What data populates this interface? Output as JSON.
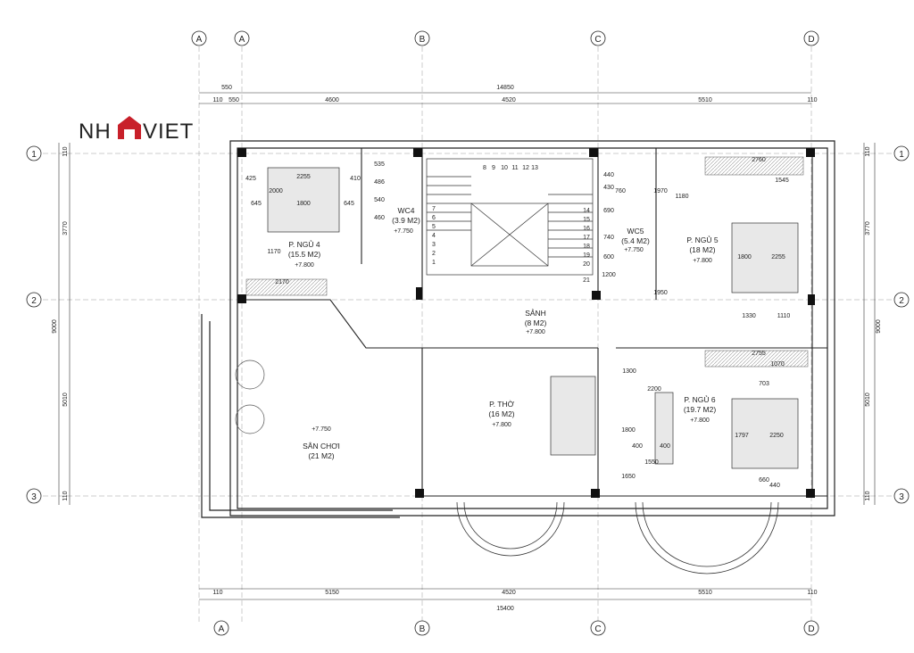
{
  "brand": {
    "left": "NH",
    "right": "VIET",
    "accent_color": "#c8202a"
  },
  "grid_axes": {
    "columns": [
      "A",
      "A",
      "B",
      "C",
      "D"
    ],
    "rows": [
      "1",
      "2",
      "3"
    ]
  },
  "dimensions": {
    "top_total": "14850",
    "top_segments": [
      "550",
      "110",
      "550",
      "4600",
      "4520",
      "5510",
      "110"
    ],
    "bottom_total": "15400",
    "bottom_segments": [
      "110",
      "5150",
      "4520",
      "5510",
      "110"
    ],
    "left_total": "9000",
    "left_segments": [
      "110",
      "3770",
      "5010",
      "110"
    ],
    "right_total": "9000",
    "right_segments": [
      "110",
      "3770",
      "5010",
      "110"
    ]
  },
  "rooms": [
    {
      "name": "P. NGỦ 4",
      "area": "(15.5 M2)",
      "level": "+7.800"
    },
    {
      "name": "WC4",
      "area": "(3.9 M2)",
      "level": "+7.750"
    },
    {
      "name": "WC5",
      "area": "(5.4 M2)",
      "level": "+7.750"
    },
    {
      "name": "P. NGỦ 5",
      "area": "(18 M2)",
      "level": "+7.800"
    },
    {
      "name": "SẢNH",
      "area": "(8 M2)",
      "level": "+7.800"
    },
    {
      "name": "P. THỜ",
      "area": "(16 M2)",
      "level": "+7.800"
    },
    {
      "name": "P. NGỦ 6",
      "area": "(19.7 M2)",
      "level": "+7.800"
    },
    {
      "name": "SÂN CHƠI",
      "area": "(21 M2)",
      "level": "+7.750"
    }
  ],
  "stairs": {
    "left_steps": [
      "7",
      "6",
      "5",
      "4",
      "3",
      "2",
      "1"
    ],
    "top_steps": [
      "8",
      "9",
      "10",
      "11",
      "12",
      "13"
    ],
    "right_steps": [
      "14",
      "15",
      "16",
      "17",
      "18",
      "19",
      "20",
      "21"
    ]
  },
  "inner_dims": [
    "425",
    "2255",
    "410",
    "2000",
    "1800",
    "645",
    "645",
    "1170",
    "2170",
    "535",
    "486",
    "540",
    "460",
    "760",
    "440",
    "430",
    "690",
    "740",
    "600",
    "1200",
    "2760",
    "1970",
    "1180",
    "1545",
    "1800",
    "2255",
    "1950",
    "1330",
    "1110",
    "2755",
    "1070",
    "1300",
    "2200",
    "703",
    "1797",
    "2250",
    "1800",
    "1650",
    "400",
    "400",
    "1550",
    "660",
    "440"
  ],
  "colors": {
    "line": "#222222",
    "hatch": "#bdbdbd",
    "column": "#111111"
  }
}
